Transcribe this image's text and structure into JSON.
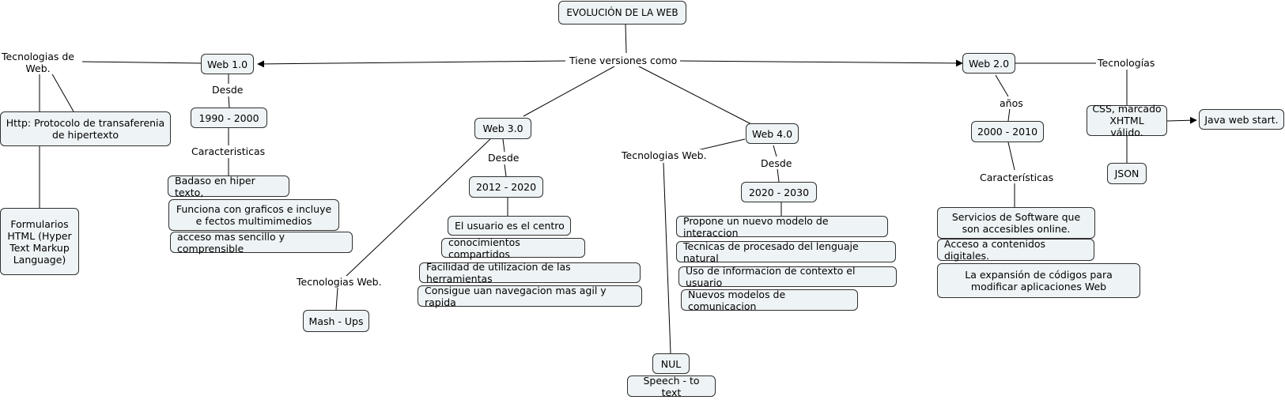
{
  "title": "EVOLUCIÓN DE LA WEB",
  "linking_phrases": {
    "versions": "Tiene versiones como",
    "tech_left": "Tecnologias de Web.",
    "desde_1": "Desde",
    "caracteristicas_1": "Caracteristicas",
    "desde_3": "Desde",
    "tech_web3": "Tecnologias Web.",
    "tech_web4": "Tecnologias Web.",
    "desde_4": "Desde",
    "anos_2": "años",
    "caracteristicas_2": "Características",
    "tecnologias_2": "Tecnologías"
  },
  "nodes": {
    "web1": "Web 1.0",
    "http": "Http: Protocolo de transaferenia de hipertexto",
    "formularios": "Formularios HTML (Hyper Text Markup Language)",
    "y1990": "1990 - 2000",
    "badaso": "Badaso en hiper texto,",
    "funciona": "Funciona con graficos e incluye e fectos multimimedios",
    "acceso_sencillo": "acceso mas sencillo y comprensible",
    "web3": "Web 3.0",
    "y2012": "2012 - 2020",
    "usuario_centro": "El usuario es el centro",
    "conocimientos": "conocimientos compartidos",
    "facilidad": "Facilidad de utilizacion de las herramientas",
    "consigue": "Consigue uan navegacion mas agil y rapida",
    "mashups": "Mash - Ups",
    "web4": "Web 4.0",
    "y2020": "2020 - 2030",
    "propone": "Propone un nuevo modelo de interaccion",
    "tecnicas": "Tecnicas de procesado del lenguaje natural",
    "uso_info": "Uso de informacion de contexto el usuario",
    "nuevos_modelos": "Nuevos modelos de comunicacion",
    "nul": "NUL",
    "speech": "Speech - to text",
    "web2": "Web 2.0",
    "y2000": "2000 - 2010",
    "servicios": "Servicios de Software que son accesibles online.",
    "acceso_contenidos": "Acceso a contenidos digitales.",
    "expansion": "La expansión de códigos para modificar aplicaciones Web",
    "css": "CSS, marcado XHTML válido.",
    "java": "Java web start.",
    "json": "JSON"
  },
  "colors": {
    "node_fill": "#eef3f5",
    "node_border": "#2f2f2f",
    "line": "#000000",
    "background": "#ffffff"
  }
}
